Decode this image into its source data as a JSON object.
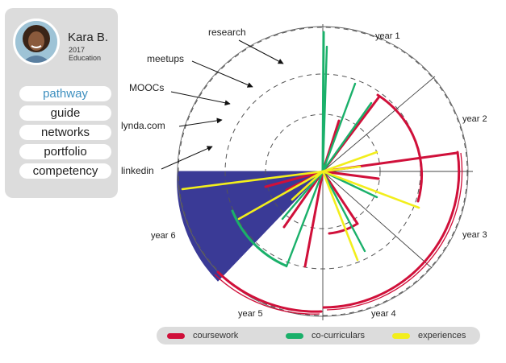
{
  "profile": {
    "name": "Kara B.",
    "year": "2017",
    "department": "Education"
  },
  "nav": [
    {
      "label": "pathway",
      "active": true
    },
    {
      "label": "guide",
      "active": false
    },
    {
      "label": "networks",
      "active": false
    },
    {
      "label": "portfolio",
      "active": false
    },
    {
      "label": "competency",
      "active": false
    }
  ],
  "ring_labels": [
    "research",
    "meetups",
    "MOOCs",
    "lynda.com",
    "linkedin"
  ],
  "years": [
    "year 1",
    "year 2",
    "year 3",
    "year 4",
    "year 5",
    "year 6"
  ],
  "legend": [
    {
      "label": "coursework",
      "color": "#d0103a"
    },
    {
      "label": "co-curriculars",
      "color": "#1ab06a"
    },
    {
      "label": "experiences",
      "color": "#f2ee1c"
    }
  ],
  "colors": {
    "coursework": "#d0103a",
    "co_curriculars": "#1ab06a",
    "experiences": "#f2ee1c",
    "highlight": "#3a3a96",
    "active_nav": "#3d8fbf"
  }
}
